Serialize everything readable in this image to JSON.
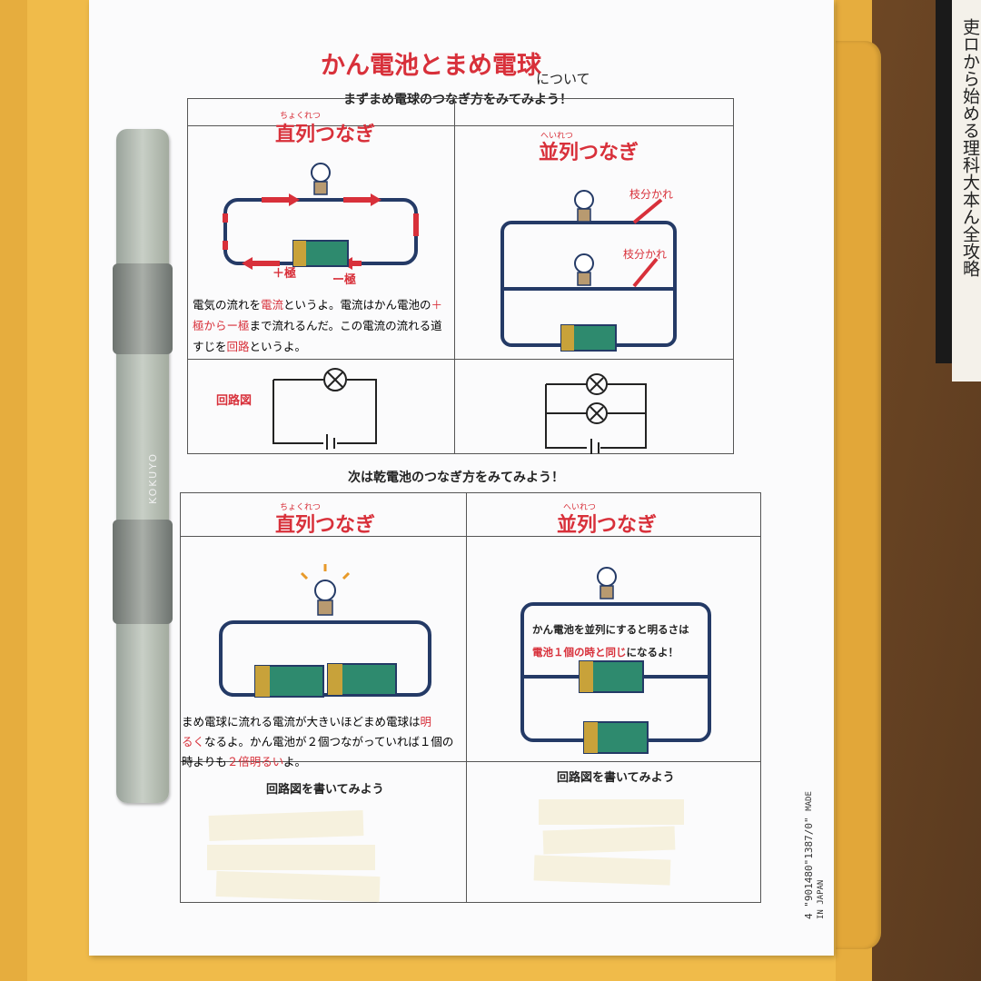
{
  "book_spine": "吏ロから始める理科大本ん全攻略",
  "barcode": {
    "code": "4 \"901480\"1387/0\"",
    "made": "MADE IN JAPAN"
  },
  "binder_brand": "KOKUYO",
  "page": {
    "title_main": "かん電池とまめ電球",
    "title_suffix": "について",
    "section1_intro": "まずまめ電球のつなぎ方をみてみよう！",
    "section2_intro": "次は乾電池のつなぎ方をみてみよう！"
  },
  "bulb_section": {
    "series": {
      "ruby": "ちょくれつ",
      "title": "直列つなぎ",
      "plus": "＋極",
      "minus": "ー極",
      "desc_lines": [
        [
          {
            "t": "電気の流れを",
            "c": false
          },
          {
            "t": "電流",
            "c": true
          },
          {
            "t": "というよ。電流はかん電池の",
            "c": false
          },
          {
            "t": "＋",
            "c": true
          }
        ],
        [
          {
            "t": "極から",
            "c": true
          },
          {
            "t": "ー極",
            "c": true
          },
          {
            "t": "まで流れるんだ。この電流の流れる道",
            "c": false
          }
        ],
        [
          {
            "t": "すじを",
            "c": false
          },
          {
            "t": "回路",
            "c": true
          },
          {
            "t": "というよ。",
            "c": false
          }
        ]
      ],
      "diagram_label": "回路図"
    },
    "parallel": {
      "ruby": "へいれつ",
      "title": "並列つなぎ",
      "branch1": "枝分かれ",
      "branch2": "枝分かれ"
    }
  },
  "battery_section": {
    "series": {
      "ruby": "ちょくれつ",
      "title": "直列つなぎ",
      "desc_lines": [
        [
          {
            "t": "まめ電球に流れる電流が大きいほどまめ電球は",
            "c": false
          },
          {
            "t": "明",
            "c": true
          }
        ],
        [
          {
            "t": "るく",
            "c": true
          },
          {
            "t": "なるよ。かん電池が２個つながっていれば１個の",
            "c": false
          }
        ],
        [
          {
            "t": "時よりも",
            "c": false
          },
          {
            "t": "２倍明るい",
            "c": true
          },
          {
            "t": "よ。",
            "c": false
          }
        ]
      ],
      "draw_prompt": "回路図を書いてみよう"
    },
    "parallel": {
      "ruby": "へいれつ",
      "title": "並列つなぎ",
      "note_line1": "かん電池を並列にすると明るさは",
      "note_line2": [
        {
          "t": "電池１個の時と同じ",
          "c": true
        },
        {
          "t": "になるよ！",
          "c": false
        }
      ],
      "draw_prompt": "回路図を書いてみよう"
    }
  },
  "colors": {
    "accent_red": "#d8303a",
    "battery_green": "#2e8a6e",
    "battery_gold": "#c8a23a",
    "wire_navy": "#243a66",
    "folder_yellow": "#f0bb4a"
  }
}
